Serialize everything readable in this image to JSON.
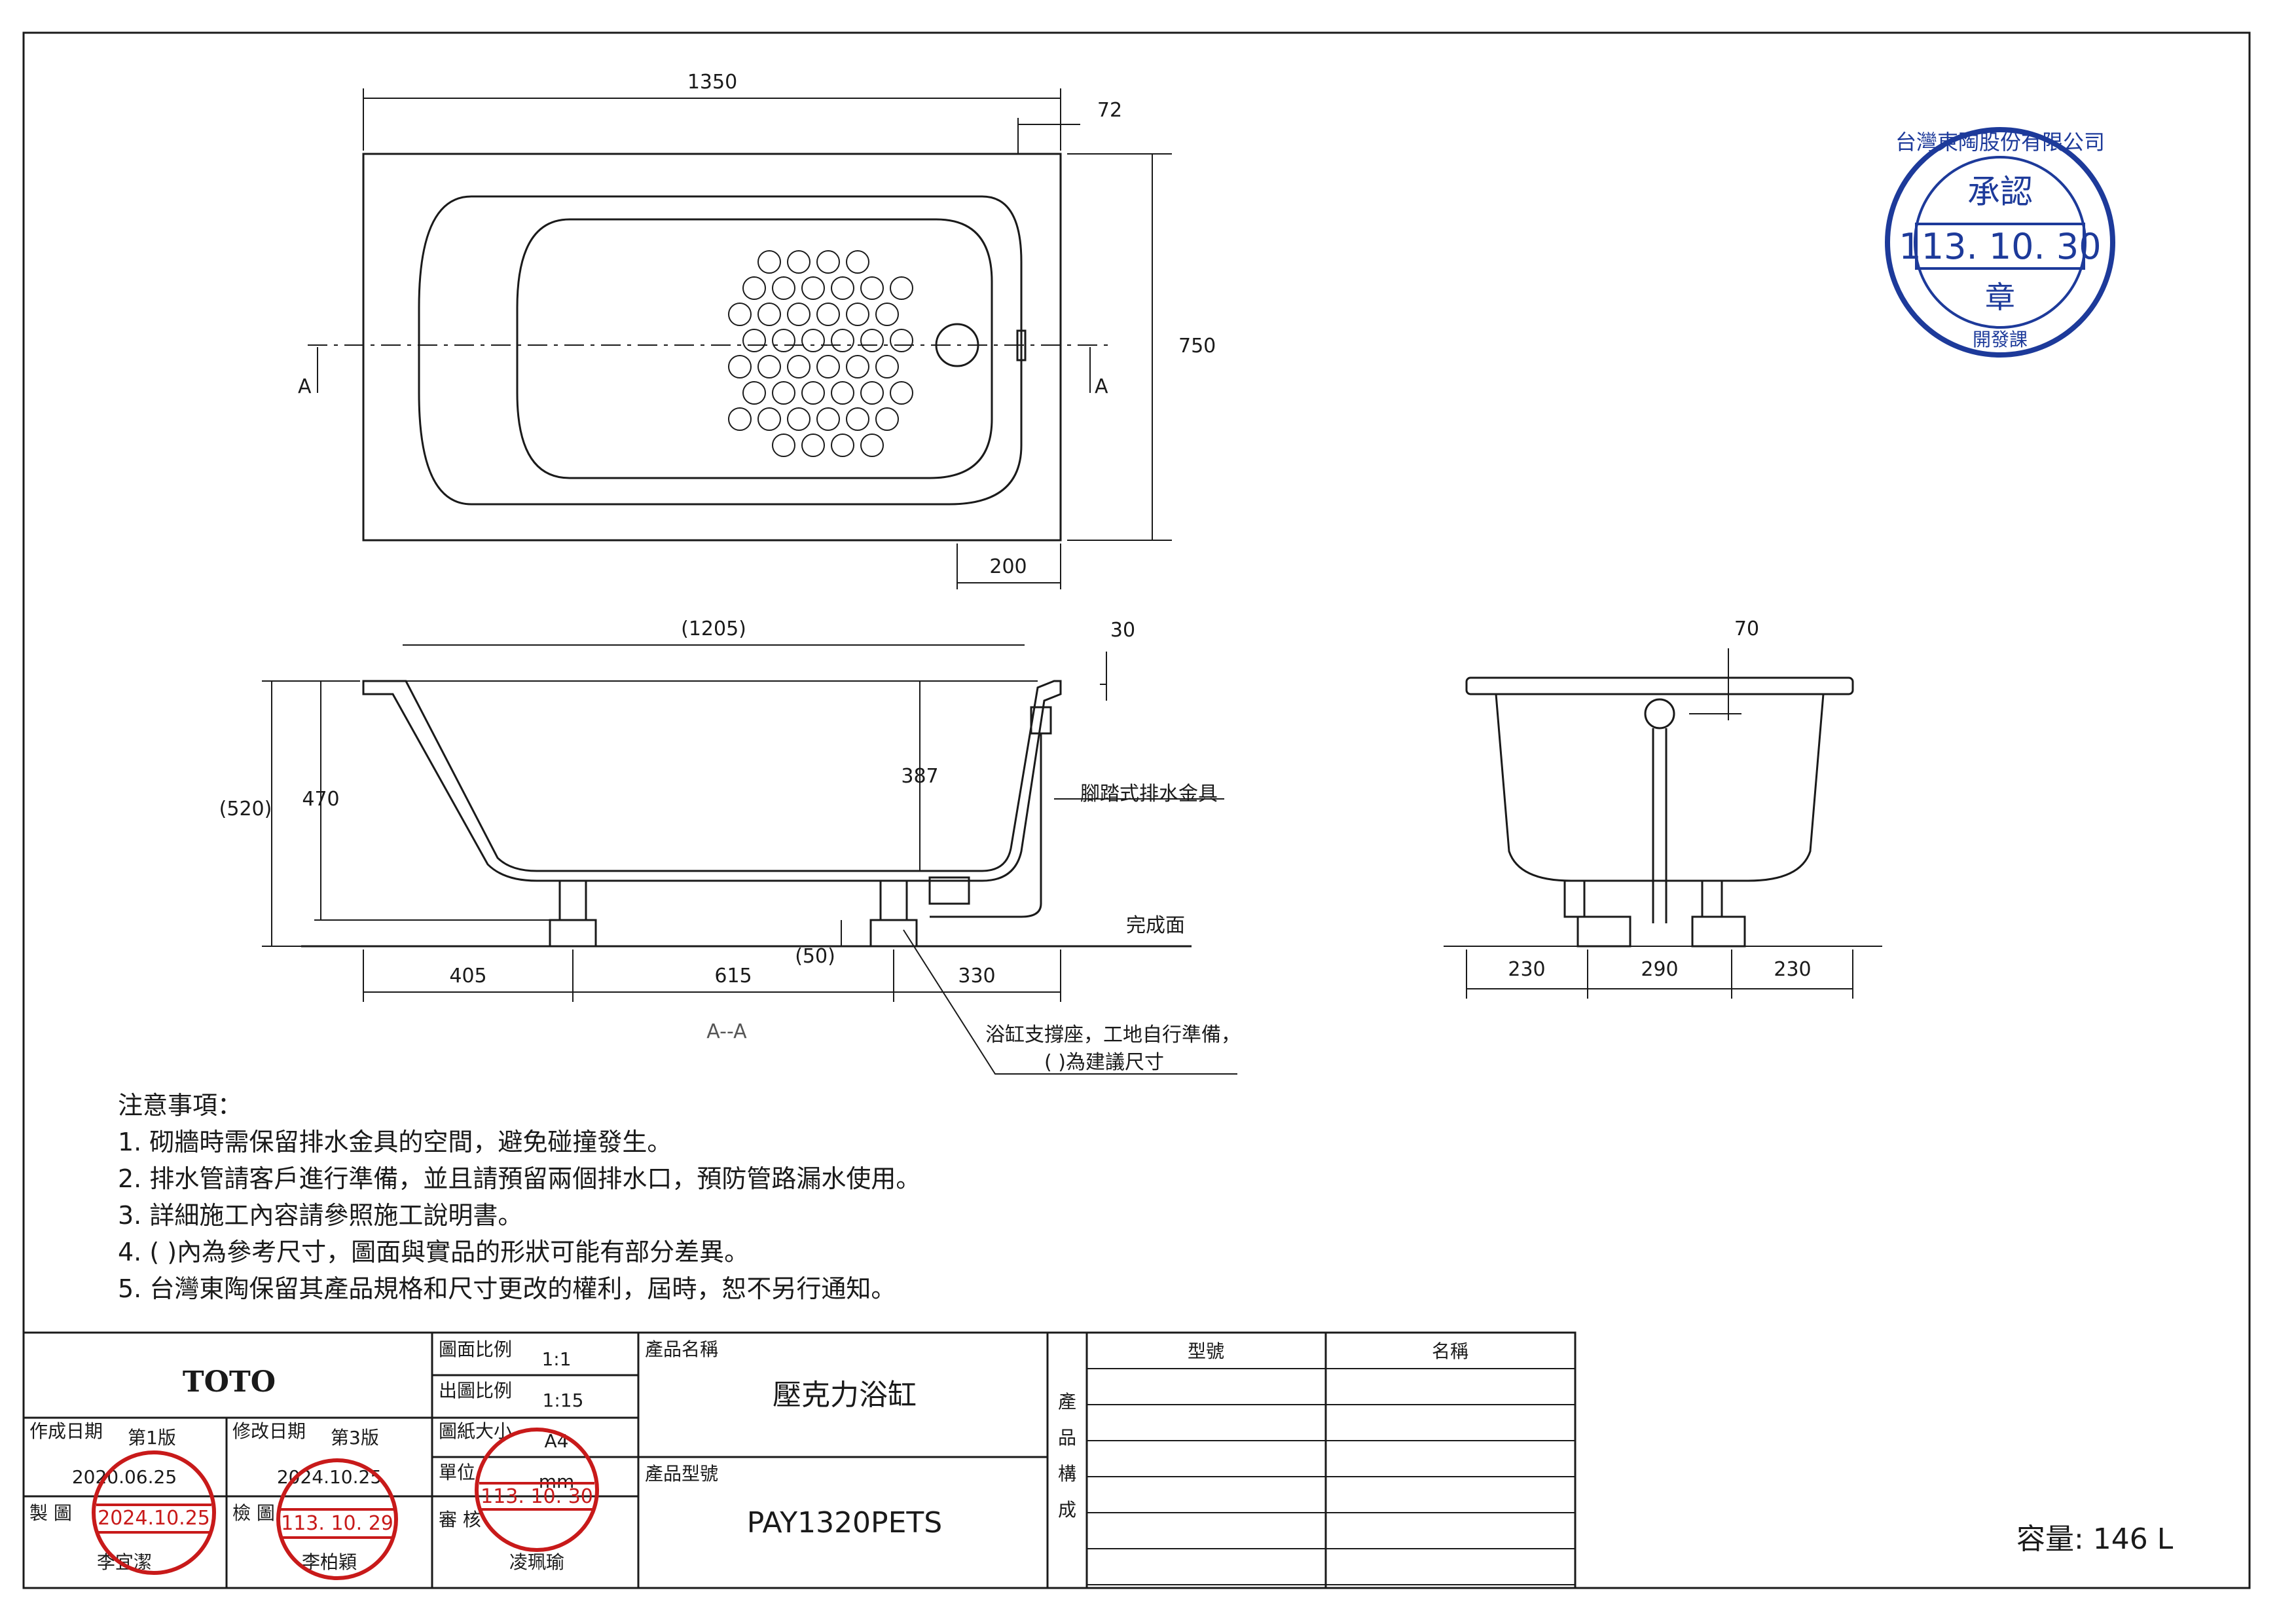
{
  "dimensions": {
    "top_view": {
      "length": "1350",
      "width": "750",
      "rim": "72",
      "drain_offset": "200",
      "section_mark": "A"
    },
    "side_view": {
      "inner_length": "(1205)",
      "rim": "30",
      "depth_outer": "470",
      "height_total": "(520)",
      "depth_inner": "387",
      "support_height": "(50)",
      "seg_1": "405",
      "seg_2": "615",
      "seg_3": "330",
      "section_label": "A--A"
    },
    "end_view": {
      "top": "70",
      "seg_1": "230",
      "seg_2": "290",
      "seg_3": "230"
    }
  },
  "callouts": {
    "drain": "腳踏式排水金具",
    "floor": "完成面",
    "support_line1": "浴缸支撐座，工地自行準備，",
    "support_line2": "(    )為建議尺寸"
  },
  "notes": {
    "title": "注意事項：",
    "items": [
      "1. 砌牆時需保留排水金具的空間，避免碰撞發生。",
      "2. 排水管請客戶進行準備，並且請預留兩個排水口，預防管路漏水使用。",
      "3. 詳細施工內容請參照施工說明書。",
      "4. (     )內為參考尺寸，圖面與實品的形狀可能有部分差異。",
      "5. 台灣東陶保留其產品規格和尺寸更改的權利，屆時，恕不另行通知。"
    ]
  },
  "title_block": {
    "brand": "TOTO",
    "created_label": "作成日期",
    "created_version": "第1版",
    "created_date": "2020.06.25",
    "revised_label": "修改日期",
    "revised_version": "第3版",
    "revised_date": "2024.10.25",
    "drawn_label": "製  圖",
    "drawn_by": "李宜潔",
    "checked_label": "檢  圖",
    "checked_by": "李柏穎",
    "scale_label": "圖面比例",
    "scale": "1:1",
    "print_scale_label": "出圖比例",
    "print_scale": "1:15",
    "paper_label": "圖紙大小",
    "paper": "A4",
    "unit_label": "單位",
    "unit": "mm",
    "review_label": "審  核",
    "reviewed_by": "凌珮瑜",
    "product_name_label": "產品名稱",
    "product_name": "壓克力浴缸",
    "product_model_label": "產品型號",
    "product_model": "PAY1320PETS",
    "composition_label": [
      "產",
      "品",
      "構",
      "成"
    ],
    "col_model": "型號",
    "col_name": "名稱",
    "capacity": "容量: 146 L"
  },
  "stamps": {
    "approval": {
      "top": "台灣東陶股份有限公司",
      "middle": "承認",
      "date": "113. 10. 30",
      "seal": "章",
      "bottom": "開發課"
    },
    "drawn": {
      "date": "2024.10.25",
      "name": "李宜潔"
    },
    "checked": {
      "date": "113. 10. 29",
      "name": "李柏穎"
    },
    "review": {
      "date": "113. 10. 30",
      "name": "凌珮瑜"
    }
  },
  "colors": {
    "line": "#1a1a1a",
    "stamp_red": "#c81a1a",
    "stamp_blue": "#1d3a9a"
  }
}
